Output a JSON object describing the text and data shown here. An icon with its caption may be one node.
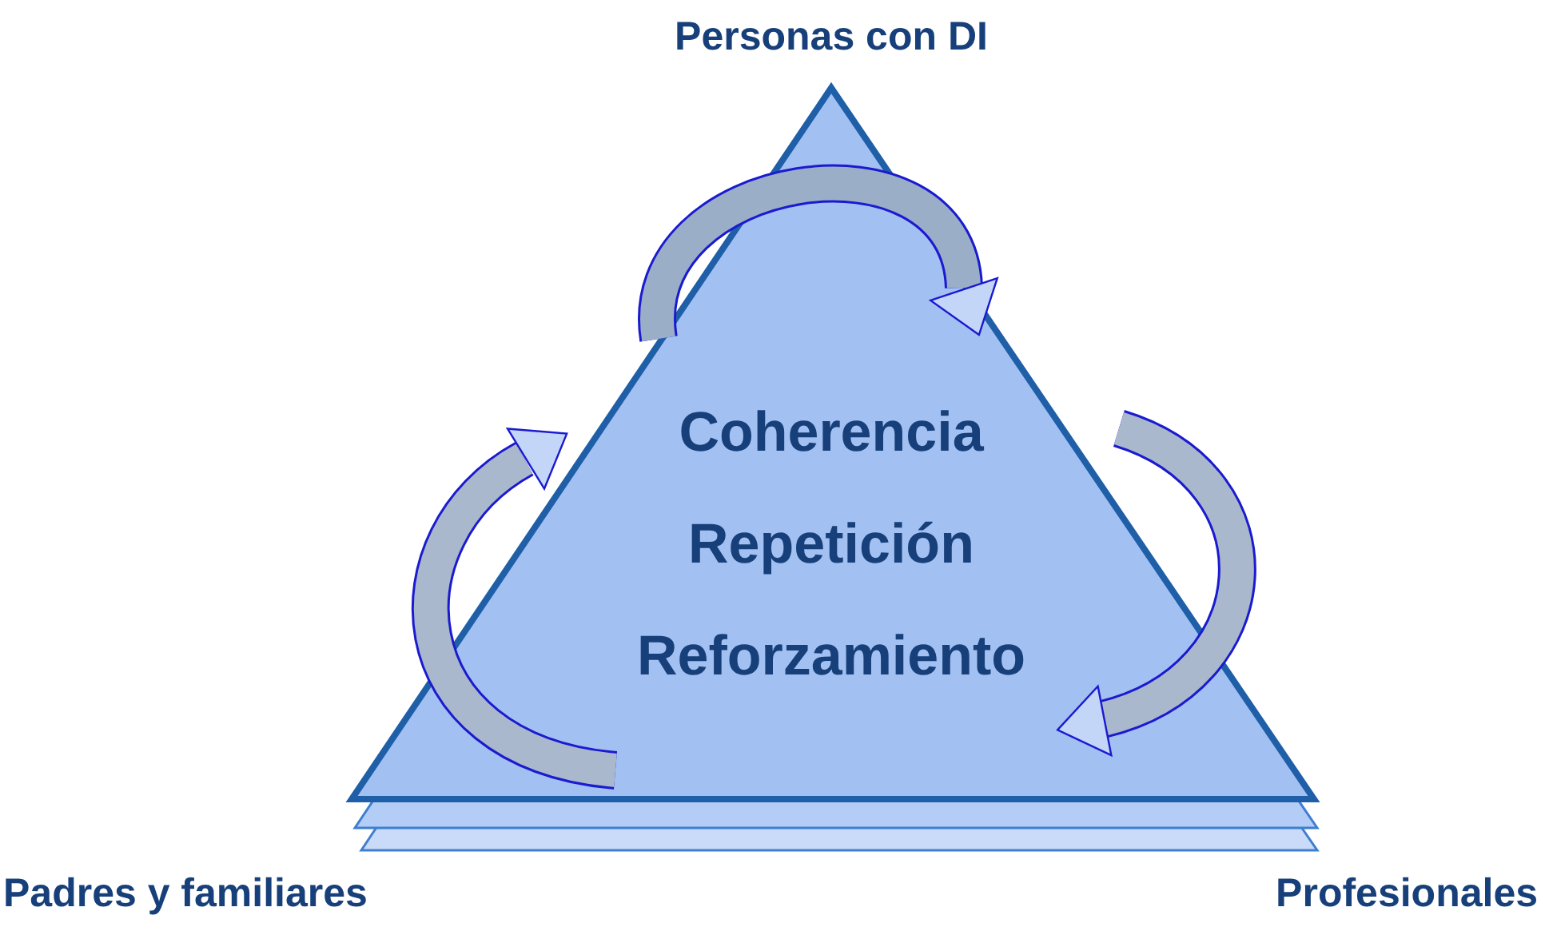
{
  "diagram": {
    "nodes": [
      {
        "text": [
          "Coherencia",
          "Repetición",
          "Reforzamiento"
        ]
      },
      {
        "text": [
          "Personas con DI"
        ]
      },
      {
        "text": [
          "Padres y familiares"
        ]
      },
      {
        "text": [
          "Profesionales"
        ]
      }
    ]
  }
}
